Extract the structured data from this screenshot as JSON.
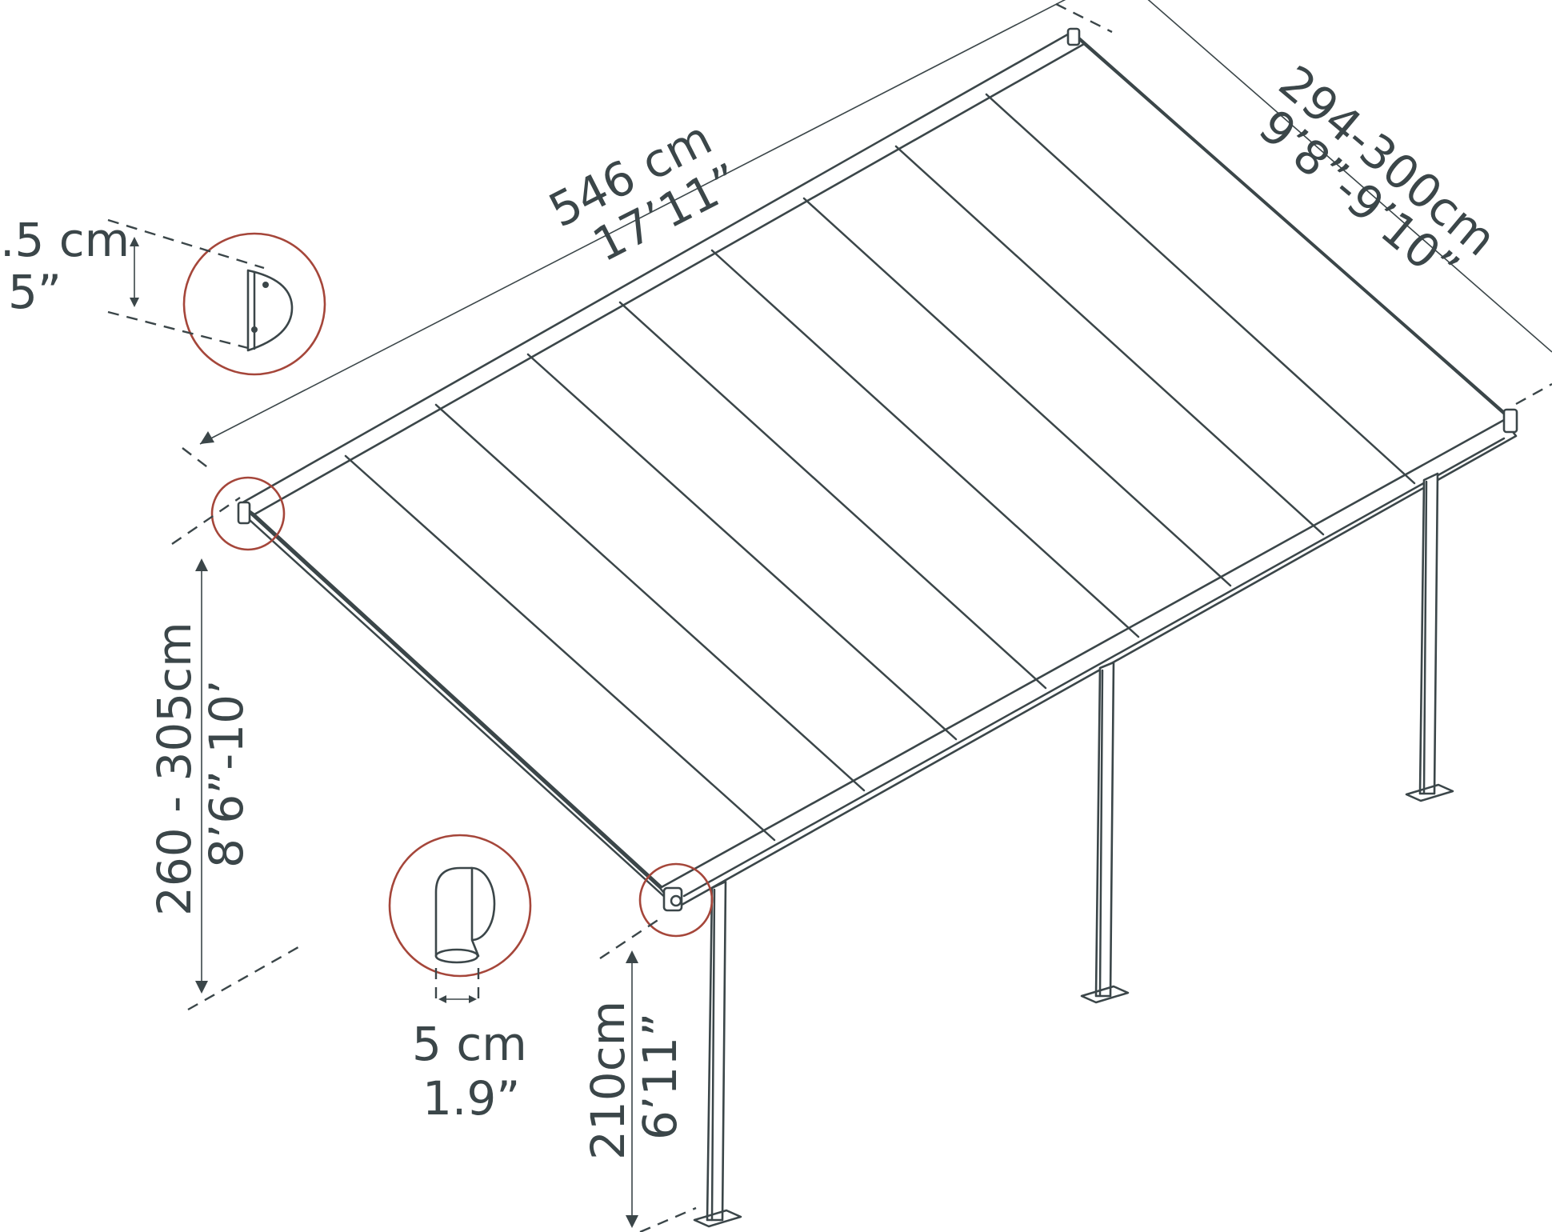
{
  "dimensions": {
    "length_cm": "546 cm",
    "length_ft": "17’11”",
    "width_cm": "294-300cm",
    "width_ft": "9’8”-9’10”",
    "wall_height_cm": "260 - 305cm",
    "wall_height_ft": "8’6”-10’",
    "post_height_cm": "210cm",
    "post_height_ft": "6’11”",
    "gutter_cm": ".5 cm",
    "gutter_in": "5”",
    "post_width_cm": "5 cm",
    "post_width_in": "1.9”"
  },
  "colors": {
    "line": "#3b4649",
    "callout_circle": "#a5463a",
    "background": "#ffffff"
  },
  "icons": [
    "wall-bracket-icon",
    "gutter-elbow-icon",
    "post-base-icon"
  ]
}
